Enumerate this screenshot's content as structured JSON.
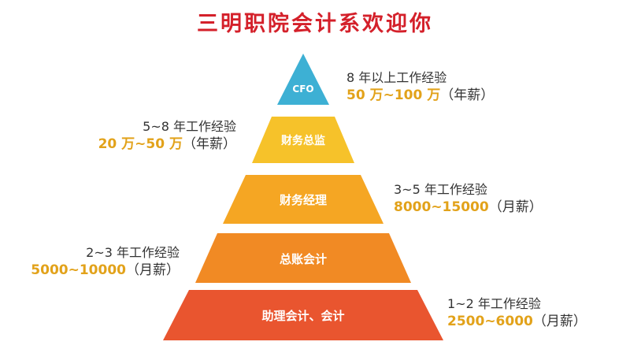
{
  "title": "三明职院会计系欢迎你",
  "tiers": [
    {
      "label": "CFO",
      "color": "#3db0d4"
    },
    {
      "label": "财务总监",
      "color": "#f6c22a"
    },
    {
      "label": "财务经理",
      "color": "#f5a623"
    },
    {
      "label": "总账会计",
      "color": "#f18a24"
    },
    {
      "label": "助理会计、会计",
      "color": "#e9552f"
    }
  ],
  "annotations": [
    {
      "experience": "8 年以上工作经验",
      "salary": "50 万~100 万",
      "unit": "（年薪）"
    },
    {
      "experience": "5~8 年工作经验",
      "salary": "20 万~50 万",
      "unit": "（年薪）"
    },
    {
      "experience": "3~5 年工作经验",
      "salary": "8000~15000",
      "unit": "（月薪）"
    },
    {
      "experience": "2~3 年工作经验",
      "salary": "5000~10000",
      "unit": "（月薪）"
    },
    {
      "experience": "1~2 年工作经验",
      "salary": "2500~6000",
      "unit": "（月薪）"
    }
  ]
}
